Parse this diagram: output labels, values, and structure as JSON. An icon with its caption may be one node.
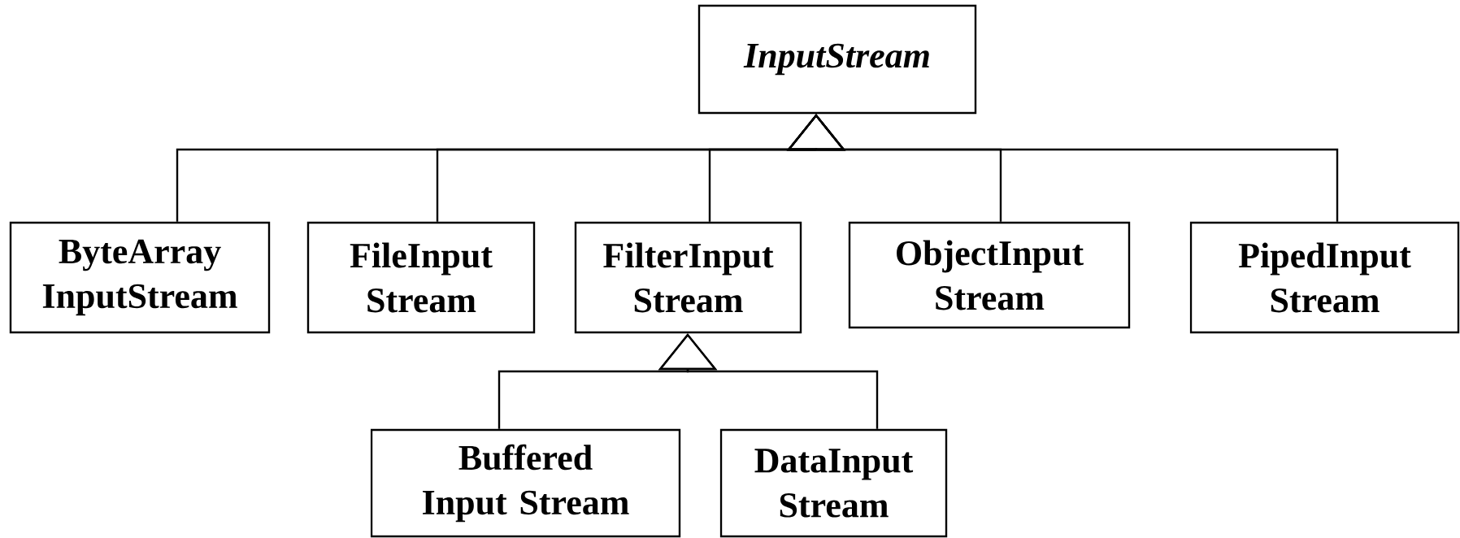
{
  "diagram": {
    "nodes": [
      {
        "text": [
          "InputStream"
        ]
      },
      {
        "text": [
          "ByteArray InputStream"
        ]
      },
      {
        "text": [
          "FileInput Stream"
        ]
      },
      {
        "text": [
          "FilterInput Stream"
        ]
      },
      {
        "text": [
          "ObjectInput Stream"
        ]
      },
      {
        "text": [
          "PipedInput Stream"
        ]
      },
      {
        "text": [
          "Buffered Input Stream"
        ]
      },
      {
        "text": [
          "DataInput Stream"
        ]
      }
    ],
    "edges": [
      {
        "from": 1,
        "to": 0,
        "arrow": "to"
      },
      {
        "from": 2,
        "to": 0,
        "arrow": "to"
      },
      {
        "from": 3,
        "to": 0,
        "arrow": "to"
      },
      {
        "from": 4,
        "to": 0,
        "arrow": "to"
      },
      {
        "from": 5,
        "to": 0,
        "arrow": "to"
      },
      {
        "from": 6,
        "to": 3,
        "arrow": "to"
      },
      {
        "from": 7,
        "to": 3,
        "arrow": "to"
      }
    ]
  }
}
